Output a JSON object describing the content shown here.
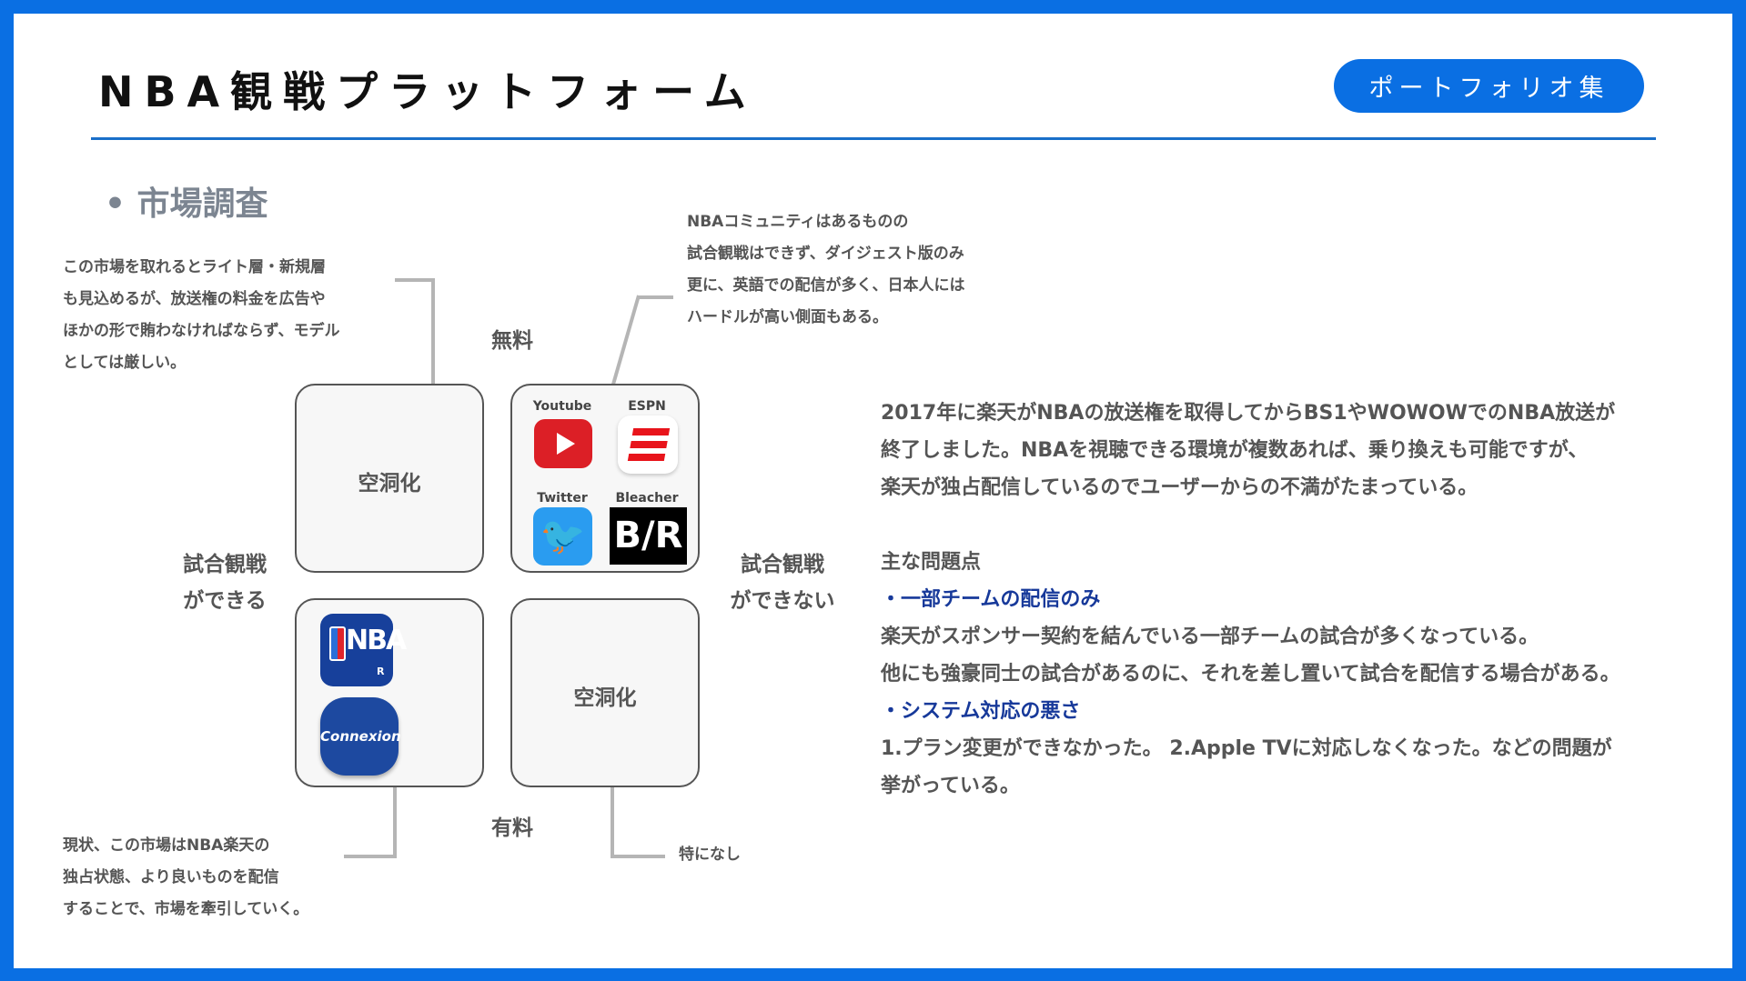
{
  "header": {
    "title": "NBA観戦プラットフォーム",
    "portfolio_button": "ポートフォリオ集"
  },
  "section_title": "• 市場調査",
  "matrix": {
    "top_axis": "無料",
    "bottom_axis": "有料",
    "left_axis": [
      "試合観戦",
      "ができる"
    ],
    "right_axis": [
      "試合観戦",
      "ができない"
    ],
    "top_left_label": "空洞化",
    "bottom_right_label": "空洞化",
    "top_right_services": [
      "Youtube",
      "ESPN",
      "Twitter",
      "Bleacher"
    ],
    "bottom_left_services": [
      "NBA",
      "Connexion"
    ],
    "icon_texts": {
      "nba_r": "R",
      "br": "B/R",
      "connexion": "Connexion"
    }
  },
  "notes": {
    "top_left": [
      "この市場を取れるとライト層・新規層",
      "も見込めるが、放送権の料金を広告や",
      "ほかの形で賄わなければならず、モデル",
      "としては厳しい。"
    ],
    "top_right": [
      "NBAコミュニティはあるものの",
      "試合観戦はできず、ダイジェスト版のみ",
      "更に、英語での配信が多く、日本人には",
      "ハードルが高い側面もある。"
    ],
    "bottom_left": [
      "現状、この市場はNBA楽天の",
      "独占状態、より良いものを配信",
      "することで、市場を牽引していく。"
    ],
    "bottom_right": "特になし"
  },
  "description": {
    "intro": [
      "2017年に楽天がNBAの放送権を取得してからBS1やWOWOWでのNBA放送が",
      "終了しました。NBAを視聴できる環境が複数あれば、乗り換えも可能ですが、",
      "楽天が独占配信しているのでユーザーからの不満がたまっている。"
    ],
    "problems_heading": "主な問題点",
    "problem1_title": "・一部チームの配信のみ",
    "problem1_text": [
      "楽天がスポンサー契約を結んでいる一部チームの試合が多くなっている。",
      "他にも強豪同士の試合があるのに、それを差し置いて試合を配信する場合がある。"
    ],
    "problem2_title": "・システム対応の悪さ",
    "problem2_text": [
      "1.プラン変更ができなかった。 2.Apple TVに対応しなくなった。などの問題が",
      "挙がっている。"
    ]
  },
  "colors": {
    "accent": "#0a6fe3",
    "heading_blue": "#17399a",
    "text": "#555555"
  }
}
